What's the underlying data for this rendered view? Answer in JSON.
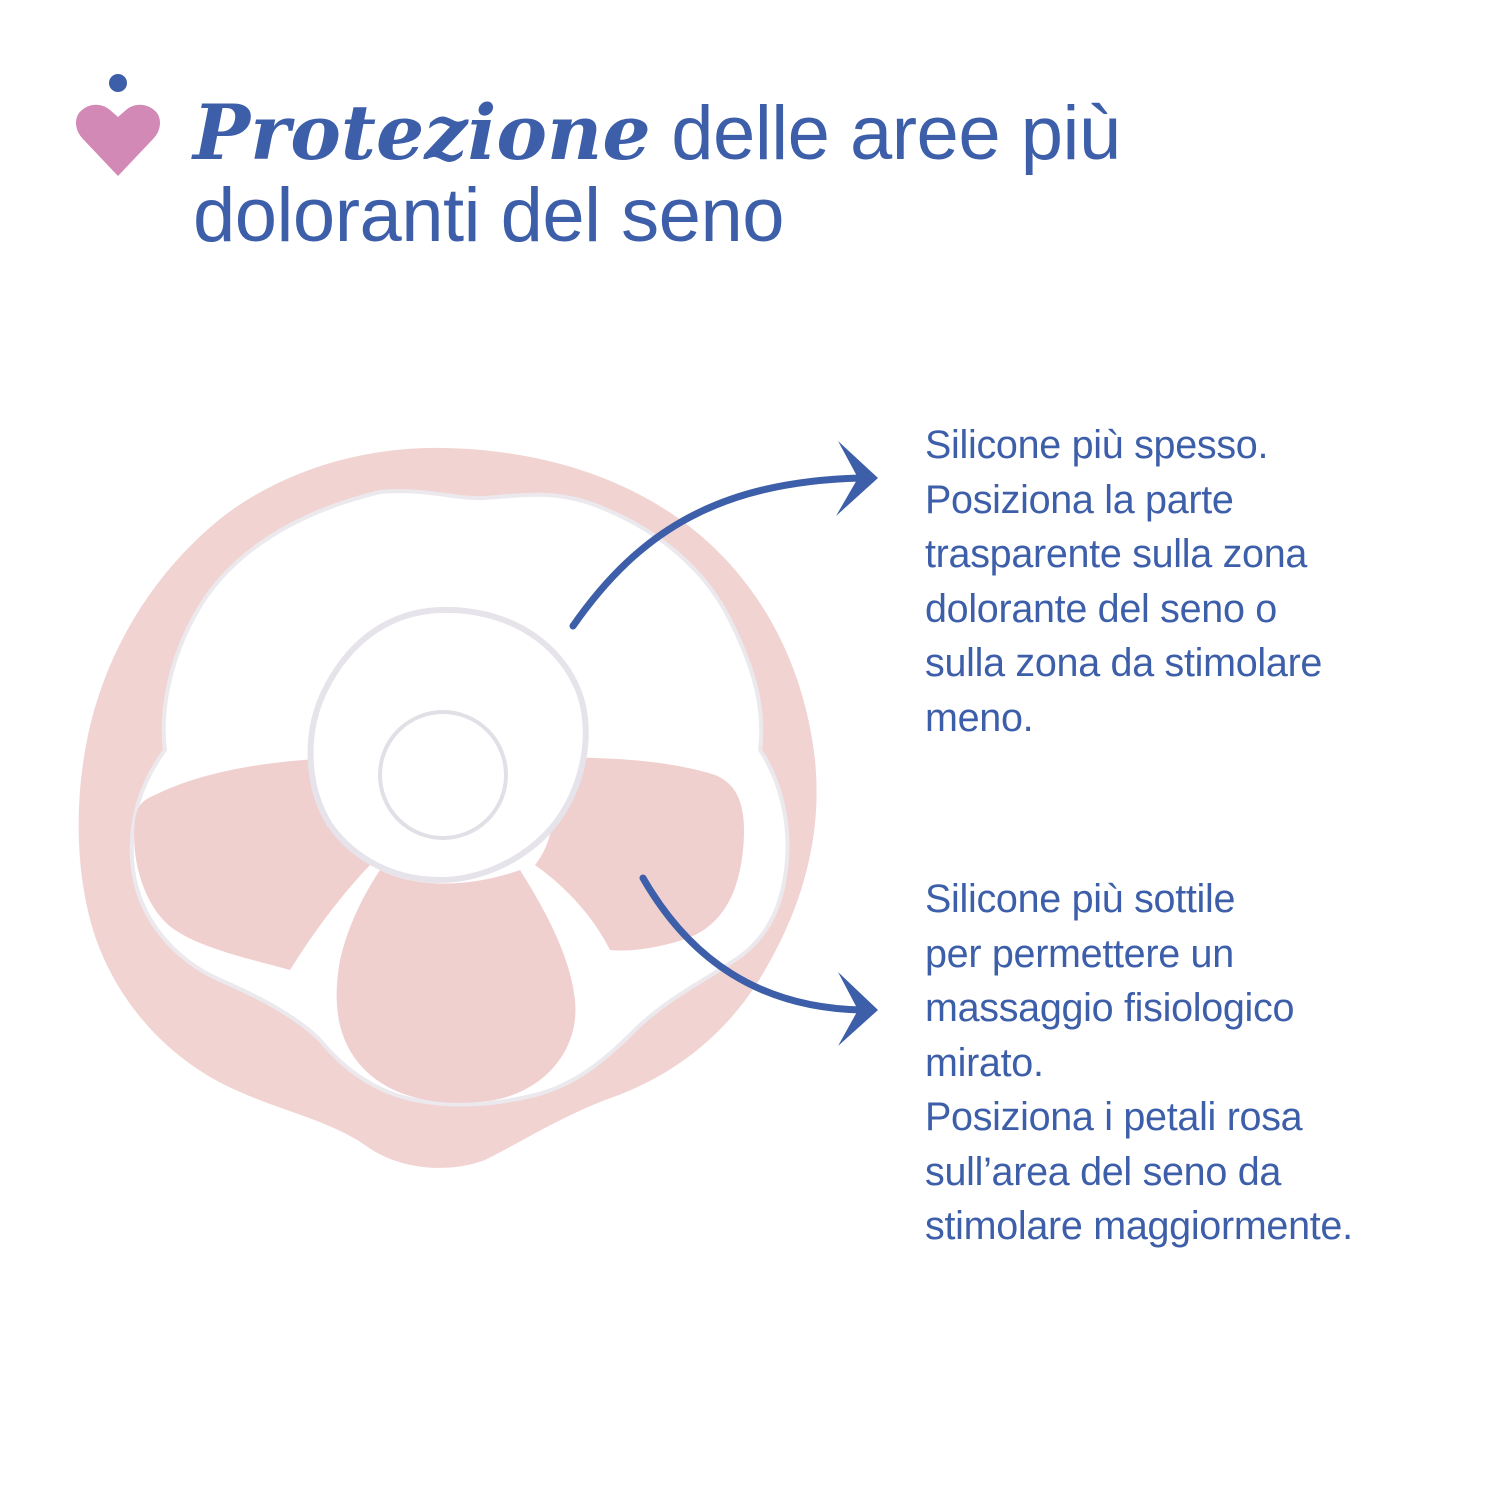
{
  "header": {
    "icon": "heart-with-dot-icon",
    "title_emphasis": "Protezione",
    "title_rest_line1": " delle aree più",
    "title_line2": "doloranti del seno",
    "colors": {
      "text": "#3d5ea8",
      "heart": "#d389b5",
      "dot": "#3d5ea8"
    }
  },
  "product": {
    "image": "breast-shield-petal-illustration",
    "colors": {
      "outer_ring": "#f1d4d2",
      "petals": "#f0d0ce",
      "clear_area": "#ffffff"
    }
  },
  "callouts": [
    {
      "arrow": "curved-arrow-up-right-icon",
      "lines": [
        "Silicone più spesso.",
        "Posiziona la parte",
        "trasparente sulla zona",
        "dolorante del seno o",
        "sulla zona da stimolare",
        "meno."
      ]
    },
    {
      "arrow": "curved-arrow-down-right-icon",
      "lines": [
        "Silicone più sottile",
        "per permettere un",
        "massaggio fisiologico",
        "mirato.",
        "Posiziona i petali rosa",
        "sull’area del seno da",
        "stimolare maggiormente."
      ]
    }
  ]
}
